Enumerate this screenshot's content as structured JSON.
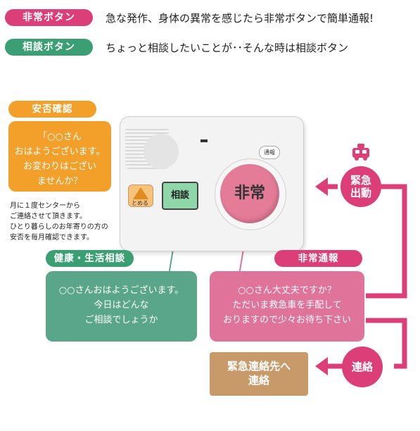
{
  "legend": {
    "emergency_label": "非常ボタン",
    "emergency_desc": "急な発作、身体の異常を感じたら非常ボタンで簡単通報!",
    "consult_label": "相談ボタン",
    "consult_desc": "ちょっと相談したいことが･･そんな時は相談ボタン"
  },
  "safety": {
    "tag": "安否確認",
    "bubble_lines": [
      "「○○さん",
      "おはようございます。",
      "お変わりはござい",
      "ませんか？"
    ],
    "note_lines": [
      "月に１度センターから",
      "ご連絡させて頂きます。",
      "ひとり暮らしのお年寄りの方の",
      "安否を毎月確認できます。"
    ]
  },
  "health": {
    "tag": "健康・生活相談",
    "bubble_lines": [
      "○○さんおはようございます。",
      "今日はどんな",
      "ご相談でしょうか"
    ]
  },
  "report": {
    "tag": "非常通報",
    "bubble_lines": [
      "○○さん大丈夫ですか？",
      "ただいま救急車を手配して",
      "おりますので少々お待ち下さい"
    ]
  },
  "device": {
    "stop_label": "とめる",
    "consult_label": "相談",
    "emergency_label": "非常",
    "small_label": "通報"
  },
  "dispatch": {
    "lines": [
      "緊急",
      "出動"
    ]
  },
  "contact": {
    "circle": "連絡",
    "box_lines": [
      "緊急連絡先へ",
      "連絡"
    ]
  },
  "colors": {
    "pink": "#dc3e78",
    "green": "#3aa074",
    "orange": "#f2a02a",
    "bubble_pink": "#e0739a",
    "bubble_green": "#5aa68a",
    "tan": "#c89a6a"
  }
}
